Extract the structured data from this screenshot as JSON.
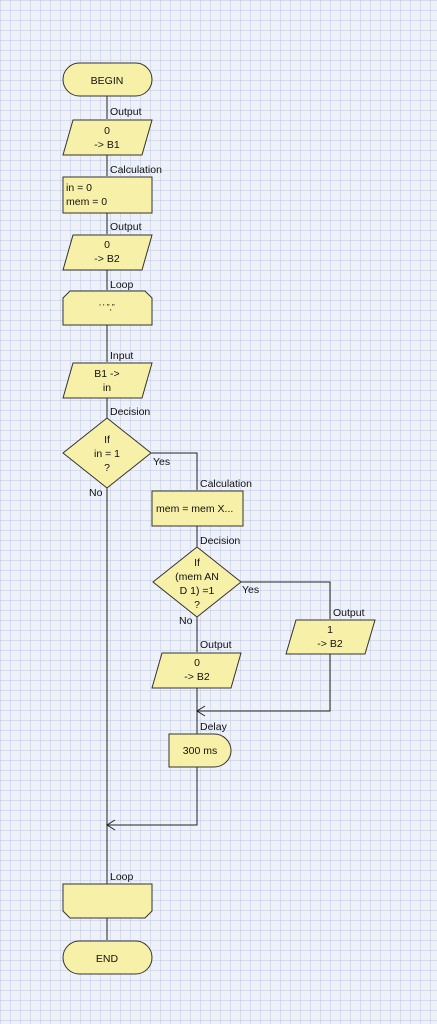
{
  "flowchart": {
    "begin": "BEGIN",
    "end": "END",
    "blocks": [
      {
        "id": "out1",
        "type": "Output",
        "lines": [
          "0",
          "-> B1"
        ]
      },
      {
        "id": "calc1",
        "type": "Calculation",
        "lines": [
          "in = 0",
          "mem = 0"
        ]
      },
      {
        "id": "out2",
        "type": "Output",
        "lines": [
          "0",
          "-> B2"
        ]
      },
      {
        "id": "loop1",
        "type": "Loop",
        "lines": [
          "' ' \",\""
        ]
      },
      {
        "id": "input1",
        "type": "Input",
        "lines": [
          "B1 ->",
          "in"
        ]
      },
      {
        "id": "dec1",
        "type": "Decision",
        "lines": [
          "If",
          "in = 1",
          "?"
        ],
        "yes": "Yes",
        "no": "No"
      },
      {
        "id": "calc2",
        "type": "Calculation",
        "lines": [
          "mem = mem X..."
        ]
      },
      {
        "id": "dec2",
        "type": "Decision",
        "lines": [
          "If",
          "(mem AN",
          "D 1) =1",
          "?"
        ],
        "yes": "Yes",
        "no": "No"
      },
      {
        "id": "out3",
        "type": "Output",
        "lines": [
          "0",
          "-> B2"
        ]
      },
      {
        "id": "out4",
        "type": "Output",
        "lines": [
          "1",
          "-> B2"
        ]
      },
      {
        "id": "delay1",
        "type": "Delay",
        "lines": [
          "300 ms"
        ]
      },
      {
        "id": "loop2",
        "type": "Loop",
        "lines": []
      }
    ]
  },
  "colors": {
    "block_fill": "#f7f0a8",
    "stroke": "#333333",
    "background": "#eef1f8"
  }
}
